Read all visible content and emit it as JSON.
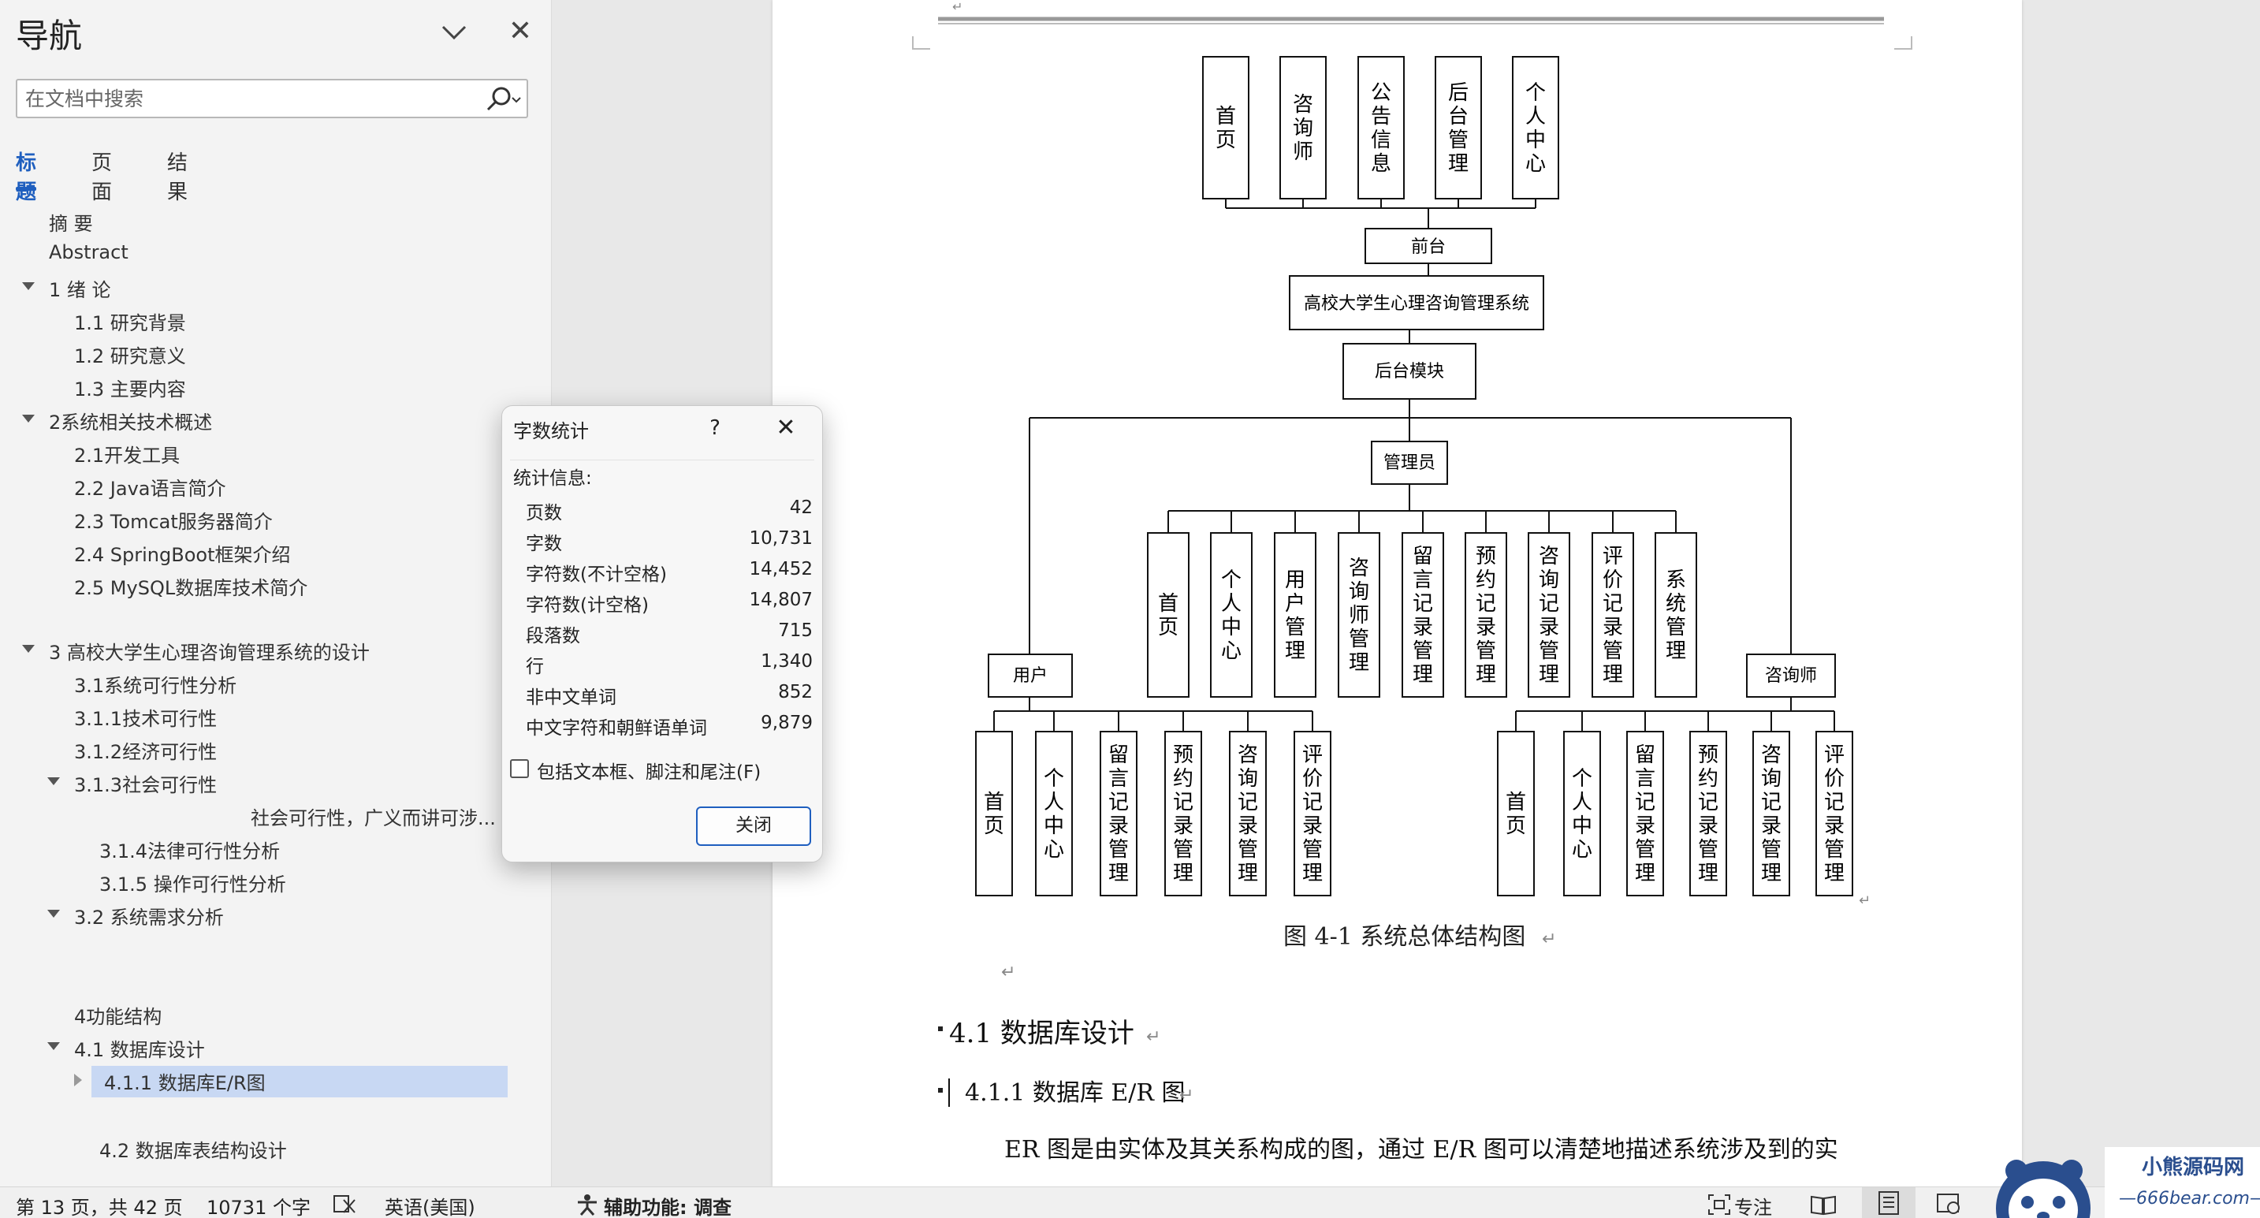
{
  "nav": {
    "title": "导航",
    "search_placeholder": "在文档中搜索",
    "tabs": [
      "标题",
      "页面",
      "结果"
    ],
    "headings": [
      {
        "text": "摘  要"
      },
      {
        "text": "Abstract"
      },
      {
        "text": "1 绪  论"
      },
      {
        "text": "1.1 研究背景"
      },
      {
        "text": "1.2 研究意义"
      },
      {
        "text": "1.3 主要内容"
      },
      {
        "text": "2系统相关技术概述"
      },
      {
        "text": "2.1开发工具"
      },
      {
        "text": "2.2 Java语言简介"
      },
      {
        "text": "2.3 Tomcat服务器简介"
      },
      {
        "text": "2.4 SpringBoot框架介绍"
      },
      {
        "text": "2.5 MySQL数据库技术简介"
      },
      {
        "text": "3 高校大学生心理咨询管理系统的设计"
      },
      {
        "text": "3.1系统可行性分析"
      },
      {
        "text": "3.1.1技术可行性"
      },
      {
        "text": "3.1.2经济可行性"
      },
      {
        "text": "3.1.3社会可行性"
      },
      {
        "text": "社会可行性，广义而讲可涉..."
      },
      {
        "text": "3.1.4法律可行性分析"
      },
      {
        "text": "3.1.5 操作可行性分析"
      },
      {
        "text": "3.2 系统需求分析"
      },
      {
        "text": "4功能结构"
      },
      {
        "text": "4.1 数据库设计"
      },
      {
        "text": "4.1.1 数据库E/R图"
      },
      {
        "text": "4.2 数据库表结构设计"
      }
    ]
  },
  "dialog": {
    "title": "字数统计",
    "help": "?",
    "section": "统计信息:",
    "stats": [
      {
        "label": "页数",
        "value": "42"
      },
      {
        "label": "字数",
        "value": "10,731"
      },
      {
        "label": "字符数(不计空格)",
        "value": "14,452"
      },
      {
        "label": "字符数(计空格)",
        "value": "14,807"
      },
      {
        "label": "段落数",
        "value": "715"
      },
      {
        "label": "行",
        "value": "1,340"
      },
      {
        "label": "非中文单词",
        "value": "852"
      },
      {
        "label": "中文字符和朝鲜语单词",
        "value": "9,879"
      }
    ],
    "checkbox_label": "包括文本框、脚注和尾注(F)",
    "close_button": "关闭"
  },
  "document": {
    "diagram": {
      "top_boxes": [
        "首页",
        "咨询师",
        "公告信息",
        "后台管理",
        "个人中心"
      ],
      "frontend": "前台",
      "system": "高校大学生心理咨询管理系统",
      "backend": "后台模块",
      "admin": "管理员",
      "admin_children": [
        "首页",
        "个人中心",
        "用户管理",
        "咨询师管理",
        "留言记录管理",
        "预约记录管理",
        "咨询记录管理",
        "评价记录管理",
        "系统管理"
      ],
      "user": "用户",
      "user_children": [
        "首页",
        "个人中心",
        "留言记录管理",
        "预约记录管理",
        "咨询记录管理",
        "评价记录管理"
      ],
      "counselor": "咨询师",
      "counselor_children": [
        "首页",
        "个人中心",
        "留言记录管理",
        "预约记录管理",
        "咨询记录管理",
        "评价记录管理"
      ]
    },
    "figure_caption": "图 4-1  系统总体结构图",
    "heading_41": "4.1  数据库设计",
    "heading_411": "4.1.1  数据库 E/R 图",
    "body_line": "ER 图是由实体及其关系构成的图，通过 E/R 图可以清楚地描述系统涉及到的实"
  },
  "status": {
    "page_info": "第 13 页，共 42 页",
    "word_count": "10731 个字",
    "language": "英语(美国)",
    "accessibility": "辅助功能: 调查",
    "focus": "专注"
  },
  "logo": {
    "text_top": "小熊源码网",
    "text_bottom": "—666bear.com—"
  }
}
